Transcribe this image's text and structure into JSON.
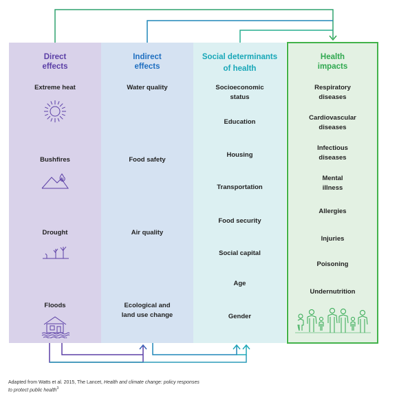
{
  "columns": {
    "direct": {
      "heading": [
        "Direct",
        "effects"
      ],
      "color": "#5b3fa6",
      "items": [
        "Extreme heat",
        "Bushfires",
        "Drought",
        "Floods"
      ]
    },
    "indirect": {
      "heading": [
        "Indirect",
        "effects"
      ],
      "color": "#1f6fc0",
      "items": [
        "Water quality",
        "Food safety",
        "Air quality",
        "Ecological and",
        "land use change"
      ]
    },
    "social": {
      "heading": [
        "Social determinants",
        "of health"
      ],
      "color": "#18a7b8",
      "items": [
        "Socioeconomic",
        "status",
        "Education",
        "Housing",
        "Transportation",
        "Food security",
        "Social capital",
        "Age",
        "Gender"
      ]
    },
    "health": {
      "heading": [
        "Health",
        "impacts"
      ],
      "color": "#2fa84f",
      "items": [
        "Respiratory",
        "diseases",
        "Cardiovascular",
        "diseases",
        "Infectious",
        "diseases",
        "Mental",
        "illness",
        "Allergies",
        "Injuries",
        "Poisoning",
        "Undernutrition"
      ]
    }
  },
  "icons": [
    "sun-icon",
    "bushfire-icon",
    "drought-icon",
    "flood-house-icon",
    "family-icon"
  ],
  "caption": {
    "line1_pre": "Adapted from Watts et al. 2015, The Lancet, ",
    "line1_italic": "Health and climate change: policy responses",
    "line2_italic": "to protect public health",
    "superscript": "3"
  }
}
